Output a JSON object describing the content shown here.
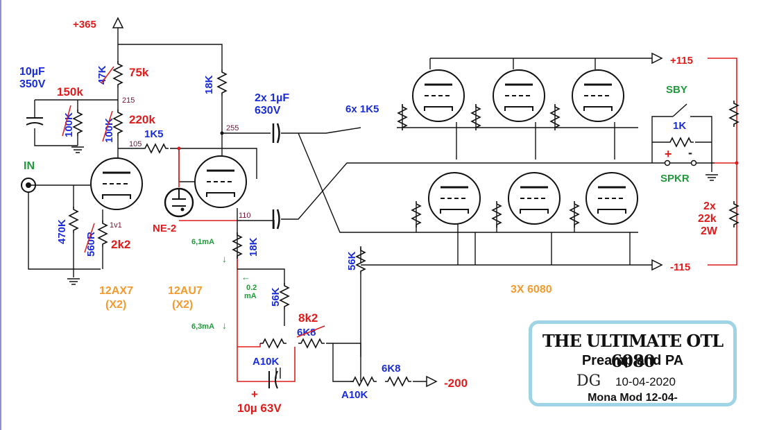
{
  "labels": {
    "supply_top": "+365",
    "cap_value": "10µF",
    "cap_voltage": "350V",
    "r_47k_old": "47K",
    "r_75k_new": "75k",
    "r_150k_new": "150k",
    "r_100k_old_a": "100K",
    "r_100k_old_b": "100K",
    "r_220k_new": "220k",
    "node_215": "215",
    "node_105": "105",
    "r_1k5": "1K5",
    "r_18k_top": "18K",
    "node_255": "255",
    "coupling_caps": "2x 1µF",
    "coupling_voltage": "630V",
    "grid_r": "6x 1K5",
    "input": "IN",
    "r_470k": "470K",
    "r_560r_old": "560R",
    "r_2k2_new": "2k2",
    "node_1v1": "1v1",
    "ne2": "NE-2",
    "node_110": "110",
    "current_61": "6,1mA",
    "r_18k_mid": "18K",
    "current_02a": "0.2",
    "current_02b": "mA",
    "r_56k_a": "56K",
    "r_56k_b": "56K",
    "tube_12ax7": "12AX7",
    "tube_12ax7_qty": "(X2)",
    "tube_12au7": "12AU7",
    "tube_12au7_qty": "(X2)",
    "current_63": "6,3mA",
    "r_8k2_new": "8k2",
    "r_6k8_old": "6K8",
    "pot_a10k_1": "A10K",
    "r_6k8": "6K8",
    "pot_a10k_2": "A10K",
    "supply_neg200": "-200",
    "cap_10u": "10µ 63V",
    "supply_pos115": "+115",
    "supply_neg115": "-115",
    "sby": "SBY",
    "r_1k_sby": "1K",
    "plus": "+",
    "minus": "-",
    "spkr": "SPKR",
    "r_2x": "2x",
    "r_22k": "22k",
    "r_2w": "2W",
    "output_tubes": "3X 6080"
  },
  "title_box": {
    "title": "THE ULTIMATE OTL 6080",
    "subtitle": "Preamp and PA",
    "initials": "DG",
    "date": "10-04-2020",
    "mod": "Mona Mod 12-04-"
  },
  "colors": {
    "wire": "#111111",
    "red": "#e11b1b",
    "blue": "#1a2bd8",
    "orange": "#f59a2c",
    "green": "#1f9a3a",
    "box_border": "#9fd4e6"
  }
}
